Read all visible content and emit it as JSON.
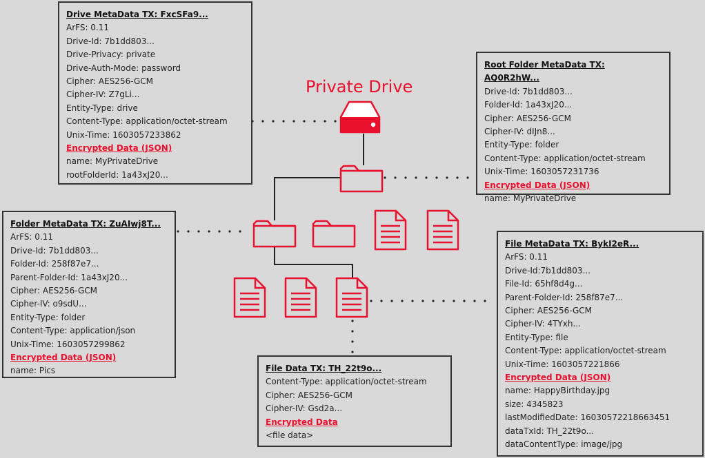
{
  "title": "Private Drive",
  "colors": {
    "accent": "#e8102d",
    "background": "#d9d9d9",
    "border": "#333333"
  },
  "drive_tx": {
    "title": "Drive MetaData TX: FxcSFa9...",
    "fields": [
      "ArFS: 0.11",
      "Drive-Id: 7b1dd803...",
      "Drive-Privacy: private",
      "Drive-Auth-Mode: password",
      "Cipher: AES256-GCM",
      "Cipher-IV: Z7gLi...",
      "Entity-Type: drive",
      "Content-Type: application/octet-stream",
      "Unix-Time: 1603057233862"
    ],
    "encrypted_label": "Encrypted Data (JSON)",
    "encrypted_fields": [
      "name: MyPrivateDrive",
      "rootFolderId: 1a43xJ20..."
    ]
  },
  "root_folder_tx": {
    "title": "Root Folder MetaData TX: AQ0R2hW...",
    "fields": [
      "Drive-Id: 7b1dd803...",
      "Folder-Id: 1a43xJ20...",
      "Cipher: AES256-GCM",
      "Cipher-IV: dIJn8...",
      "Entity-Type: folder",
      "Content-Type: application/octet-stream",
      "Unix-Time: 1603057231736"
    ],
    "encrypted_label": "Encrypted Data (JSON)",
    "encrypted_fields": [
      "name: MyPrivateDrive"
    ]
  },
  "folder_tx": {
    "title": "Folder MetaData TX: ZuAIwj8T...",
    "fields": [
      "ArFS: 0.11",
      "Drive-Id: 7b1dd803...",
      "Folder-Id: 258f87e7...",
      "Parent-Folder-Id: 1a43xJ20...",
      "Cipher: AES256-GCM",
      "Cipher-IV: o9sdU...",
      "Entity-Type: folder",
      "Content-Type: application/json",
      "Unix-Time: 1603057299862"
    ],
    "encrypted_label": "Encrypted Data (JSON)",
    "encrypted_fields": [
      "name: Pics"
    ]
  },
  "file_tx": {
    "title": "File MetaData TX: BykI2eR...",
    "fields": [
      "ArFS: 0.11",
      "Drive-Id:7b1dd803...",
      "File-Id: 65hf8d4g...",
      "Parent-Folder-Id: 258f87e7...",
      "Cipher: AES256-GCM",
      "Cipher-IV: 4TYxh...",
      "Entity-Type: file",
      "Content-Type: application/octet-stream",
      "Unix-Time: 1603057221866"
    ],
    "encrypted_label": "Encrypted Data (JSON)",
    "encrypted_fields": [
      "name: HappyBirthday.jpg",
      "size: 4345823",
      "lastModifiedDate: 16030572218663451",
      "dataTxId: TH_22t9o...",
      "dataContentType: image/jpg"
    ]
  },
  "file_data_tx": {
    "title": "File Data TX: TH_22t9o...",
    "fields": [
      "Content-Type: application/octet-stream",
      "Cipher: AES256-GCM",
      "Cipher-IV: Gsd2a..."
    ],
    "encrypted_label": "Encrypted Data",
    "encrypted_fields": [
      "<file data>"
    ]
  },
  "icons": [
    "drive-icon",
    "folder-icon",
    "file-icon"
  ]
}
